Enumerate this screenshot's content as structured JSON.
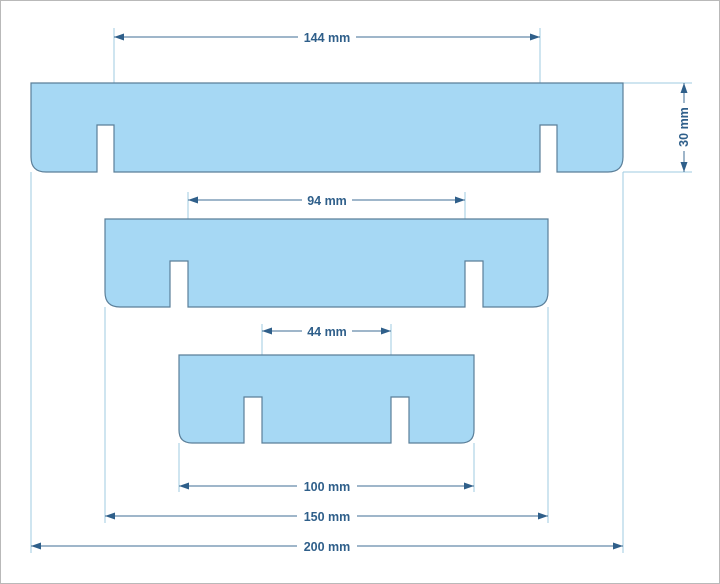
{
  "dimensions": {
    "plate1_inner": "144 mm",
    "plate1_height": "30 mm",
    "plate2_inner": "94 mm",
    "plate3_inner": "44 mm",
    "plate3_width": "100 mm",
    "plate2_width": "150 mm",
    "plate1_width": "200 mm"
  },
  "colors": {
    "plate_fill": "#a6d8f4",
    "plate_stroke": "#5b7f99",
    "dimension": "#2f5f8a",
    "extension": "#9fcbe2"
  }
}
